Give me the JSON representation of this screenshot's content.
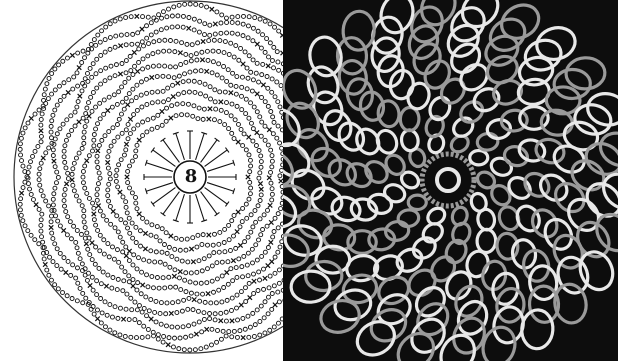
{
  "diagram": {
    "center_label": "8",
    "rounds": 11,
    "stitch_symbols": {
      "chain": "o",
      "single_crochet": "×"
    }
  },
  "photo": {
    "subject": "crocheted-lace-doily",
    "colors": {
      "background": "#0d0d0d",
      "thread": "#e8e8e8",
      "thread_shadow": "#9a9a9a"
    }
  }
}
